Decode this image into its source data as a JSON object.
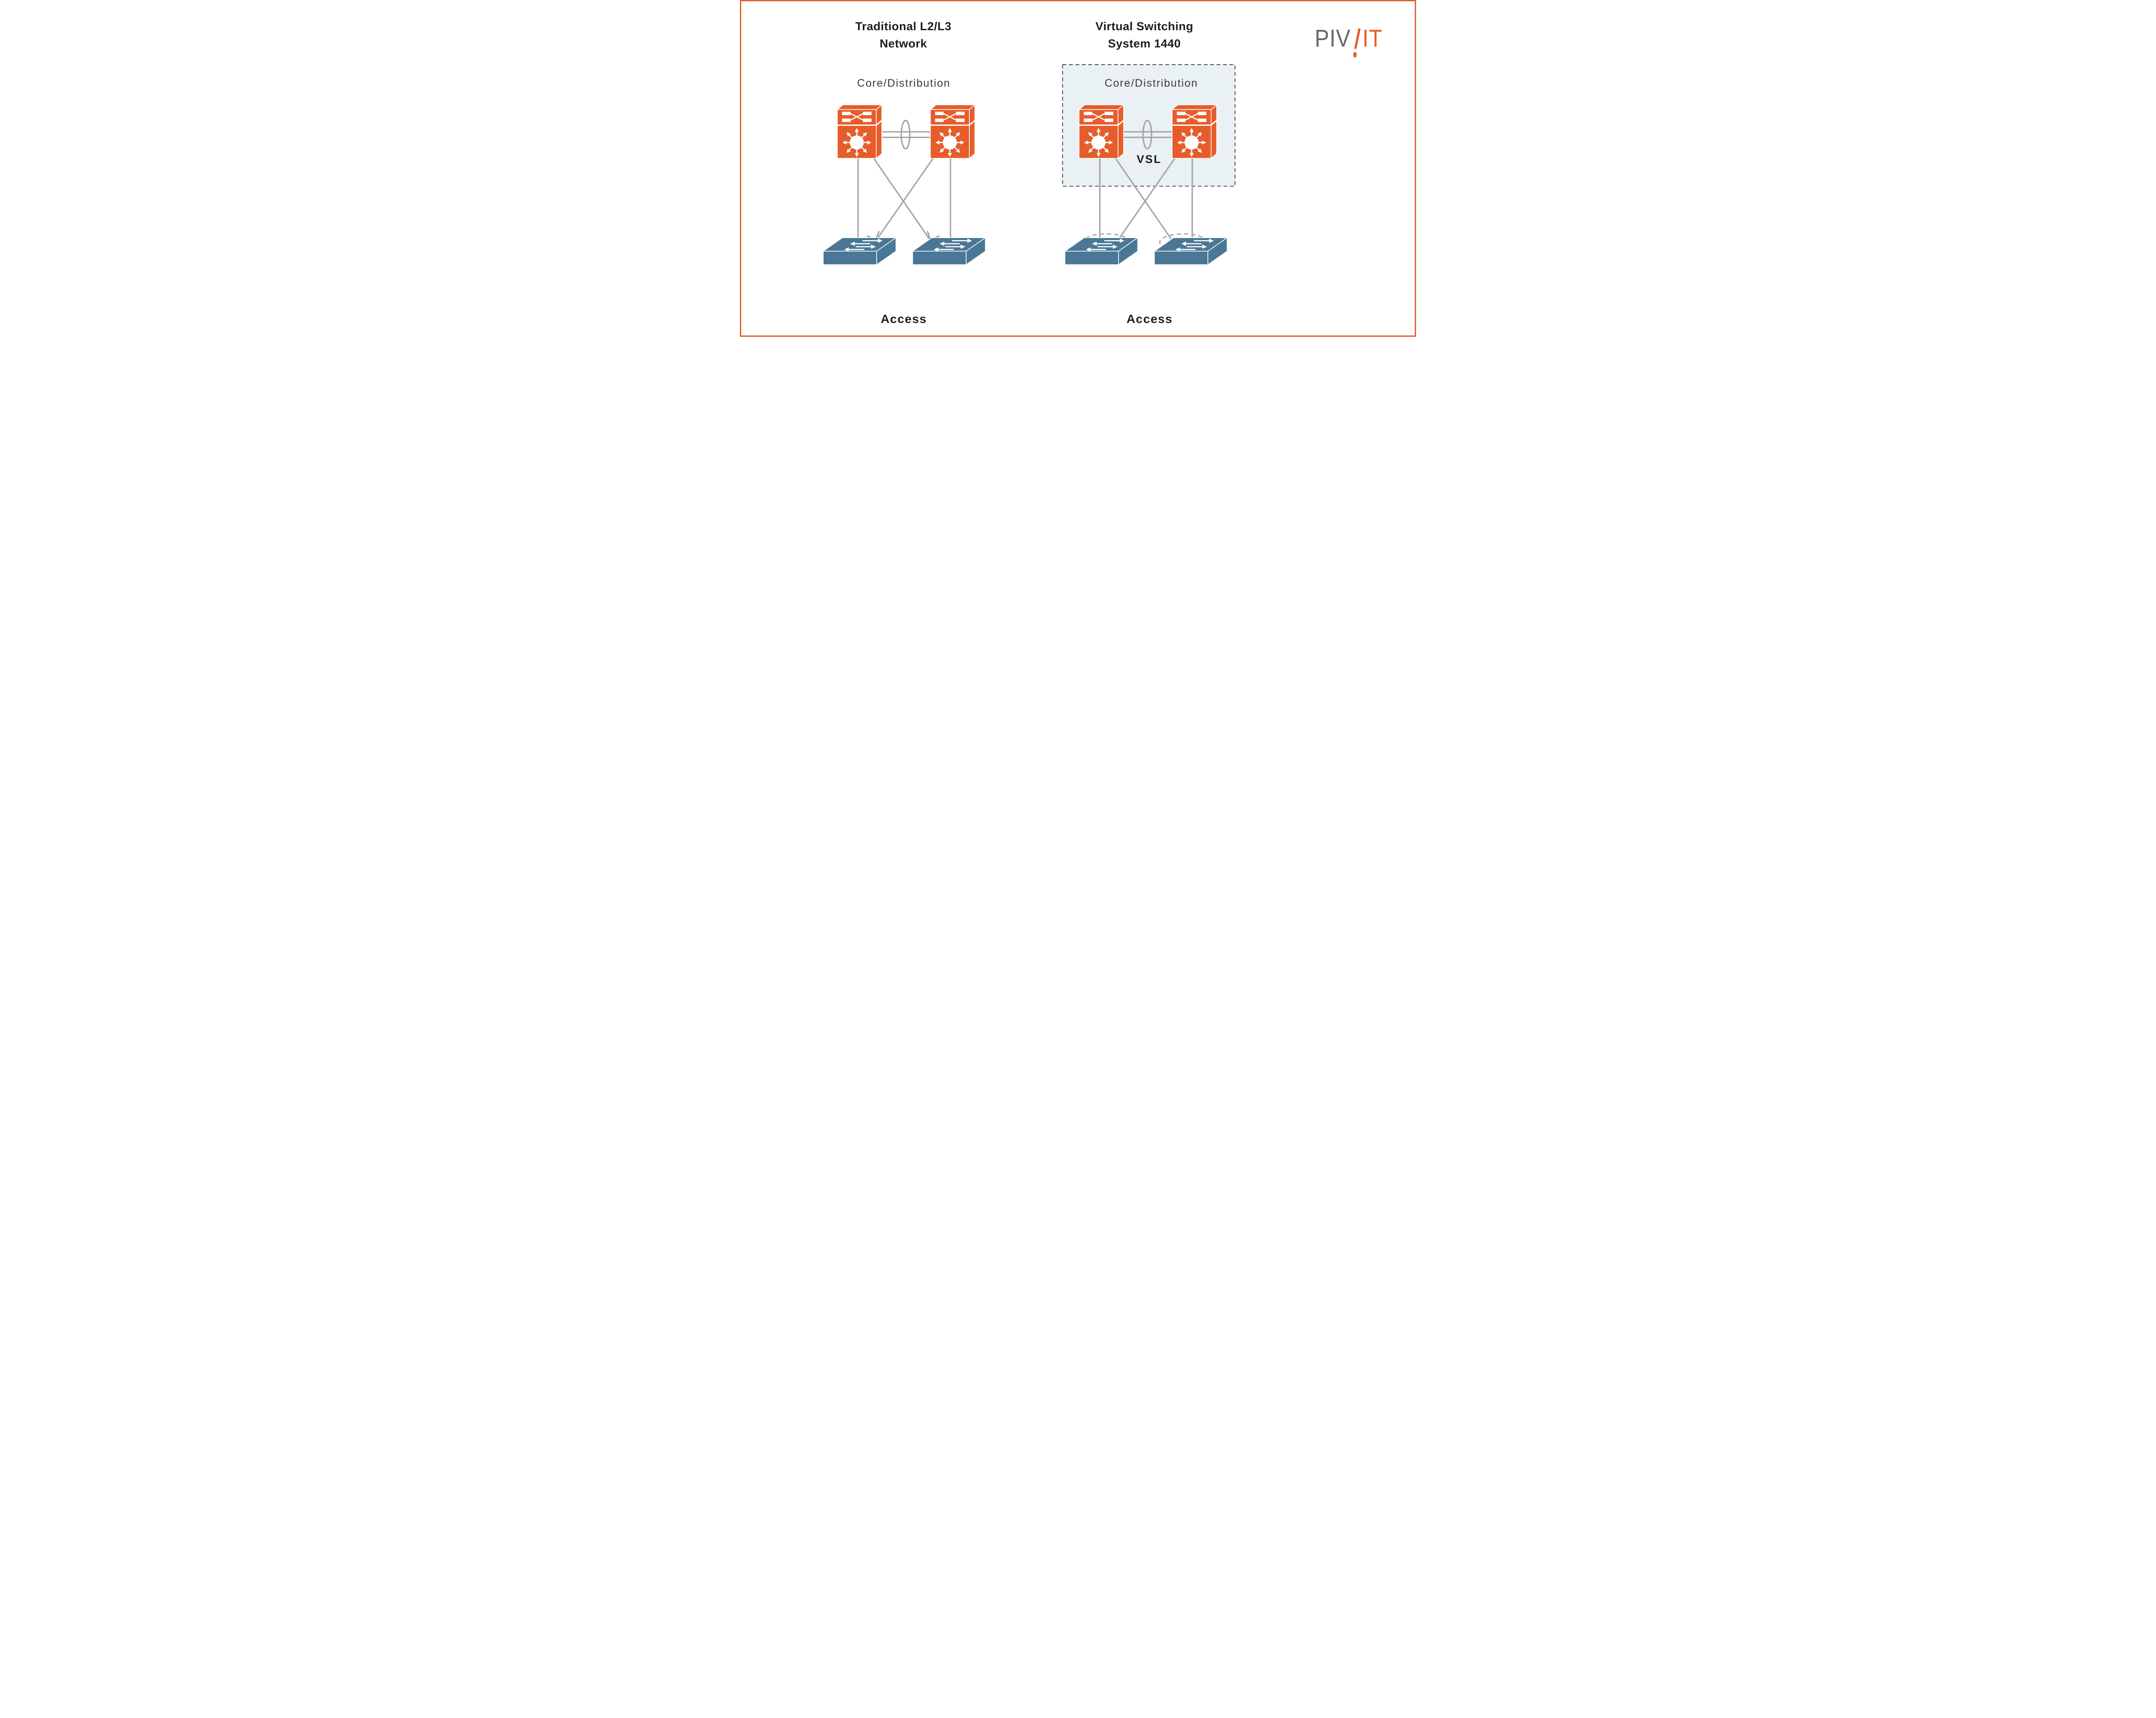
{
  "canvas": {
    "background": "#FFFFFF",
    "border_color": "#E65C2B"
  },
  "logo": {
    "gray_letters": "PIV",
    "orange_letters": "IT",
    "gray": "#66696C",
    "orange": "#E65C2B"
  },
  "left_diagram": {
    "title_line1": "Traditional L2/L3",
    "title_line2": "Network",
    "core_label": "Core/Distribution",
    "access_label": "Access"
  },
  "right_diagram": {
    "title_line1": "Virtual Switching",
    "title_line2": "System 1440",
    "core_label": "Core/Distribution",
    "vsl_label": "VSL",
    "access_label": "Access"
  },
  "colors": {
    "switch_orange": "#E65C2B",
    "access_switch_blue": "#4A7795",
    "link_gray": "#A3A3A3",
    "vss_box_fill": "#EAF1F4",
    "vss_box_border": "#4A4A4A",
    "mec_dash_gray": "#ABABAB",
    "title_text": "#1D1D1D",
    "core_label_text": "#3A3A3A"
  },
  "icons": {
    "multilayer_switch": "orange-3d-box-crossed-switch-ports-and-router-arrow-circle",
    "access_switch": "blue-3d-flat-box-with-alternating-arrows",
    "etherchannel": "gray-vertical-ellipse-around-two-links",
    "blocked_link": "gray-x-mark-on-diagonal-link",
    "mec_group": "dashed-gray-ellipse-around-link-pair",
    "vss_boundary": "dashed-rectangle-light-blue-fill"
  }
}
